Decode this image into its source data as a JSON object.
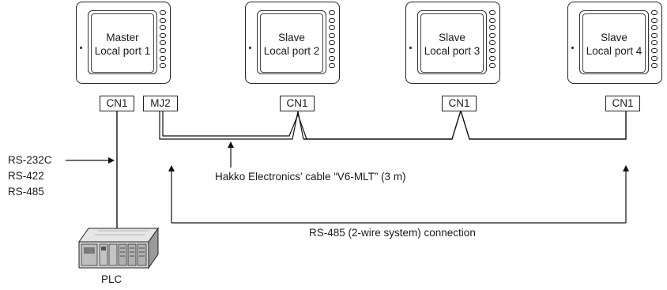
{
  "units": [
    {
      "line1": "Master",
      "line2": "Local port 1"
    },
    {
      "line1": "Slave",
      "line2": "Local port 2"
    },
    {
      "line1": "Slave",
      "line2": "Local port 3"
    },
    {
      "line1": "Slave",
      "line2": "Local port 4"
    }
  ],
  "ports": {
    "u1_cn1": "CN1",
    "u1_mj2": "MJ2",
    "u2_cn1": "CN1",
    "u3_cn1": "CN1",
    "u4_cn1": "CN1"
  },
  "protocols": [
    "RS-232C",
    "RS-422",
    "RS-485"
  ],
  "cable_label": "Hakko Electronics’ cable “V6-MLT” (3 m)",
  "connection_label": "RS-485 (2-wire system) connection",
  "plc_label": "PLC"
}
